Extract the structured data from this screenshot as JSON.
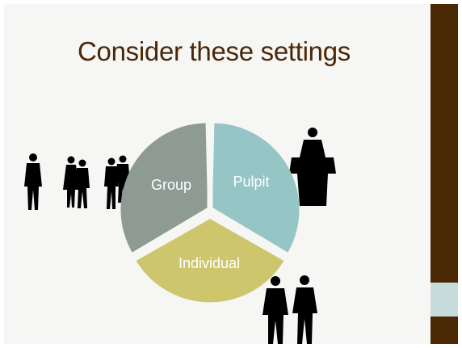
{
  "slide": {
    "title": "Consider these settings"
  },
  "diagram": {
    "segments": [
      {
        "label": "Group",
        "color": "#8d9b94"
      },
      {
        "label": "Pulpit",
        "color": "#95c5c5"
      },
      {
        "label": "Individual",
        "color": "#cdc66c"
      }
    ]
  },
  "colors": {
    "title": "#4b2708",
    "band": "#4a2804",
    "band_accent": "#c6dcdc",
    "slide_bg": "#f6f6f4",
    "silhouette": "#000000"
  },
  "icons": [
    "people-group-silhouette",
    "speaker-at-podium-silhouette",
    "two-people-talking-silhouette"
  ]
}
